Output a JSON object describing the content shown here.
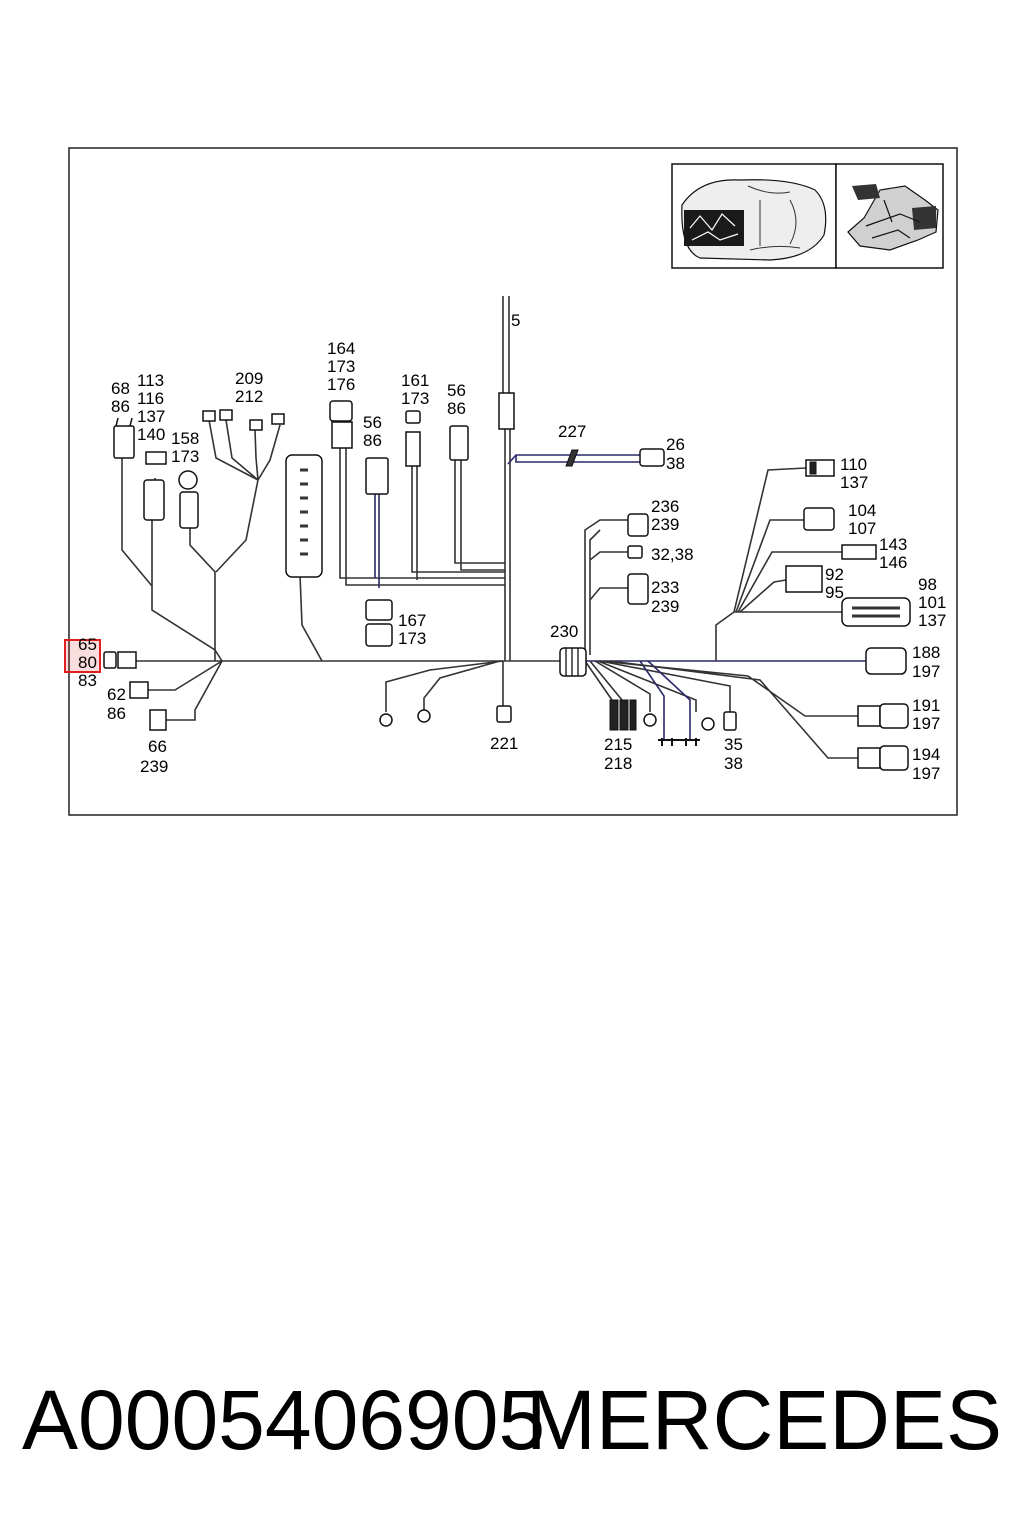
{
  "footer": {
    "part_number": "A0005406905",
    "brand": "MERCEDES"
  },
  "diagram": {
    "highlight_color": "#e02020",
    "labels": {
      "l5": "5",
      "l68": "68",
      "l86a": "86",
      "l113": "113",
      "l116": "116",
      "l137a": "137",
      "l140": "140",
      "l158": "158",
      "l173a": "173",
      "l209": "209",
      "l212": "212",
      "l164": "164",
      "l173b": "173",
      "l176": "176",
      "l56a": "56",
      "l86b": "86",
      "l161": "161",
      "l173c": "173",
      "l56b": "56",
      "l86c": "86",
      "l227": "227",
      "l26": "26",
      "l38a": "38",
      "l236": "236",
      "l239a": "239",
      "l3238": "32,38",
      "l233": "233",
      "l239b": "239",
      "l110": "110",
      "l137b": "137",
      "l104": "104",
      "l107": "107",
      "l143": "143",
      "l146": "146",
      "l92": "92",
      "l95": "95",
      "l98": "98",
      "l101": "101",
      "l137c": "137",
      "l167": "167",
      "l173d": "173",
      "l230": "230",
      "l65": "65",
      "l80": "80",
      "l83": "83",
      "l62": "62",
      "l86d": "86",
      "l66": "66",
      "l239c": "239",
      "l221": "221",
      "l215": "215",
      "l218": "218",
      "l35": "35",
      "l38b": "38",
      "l188": "188",
      "l197a": "197",
      "l191": "191",
      "l197b": "197",
      "l194": "194",
      "l197c": "197"
    }
  }
}
